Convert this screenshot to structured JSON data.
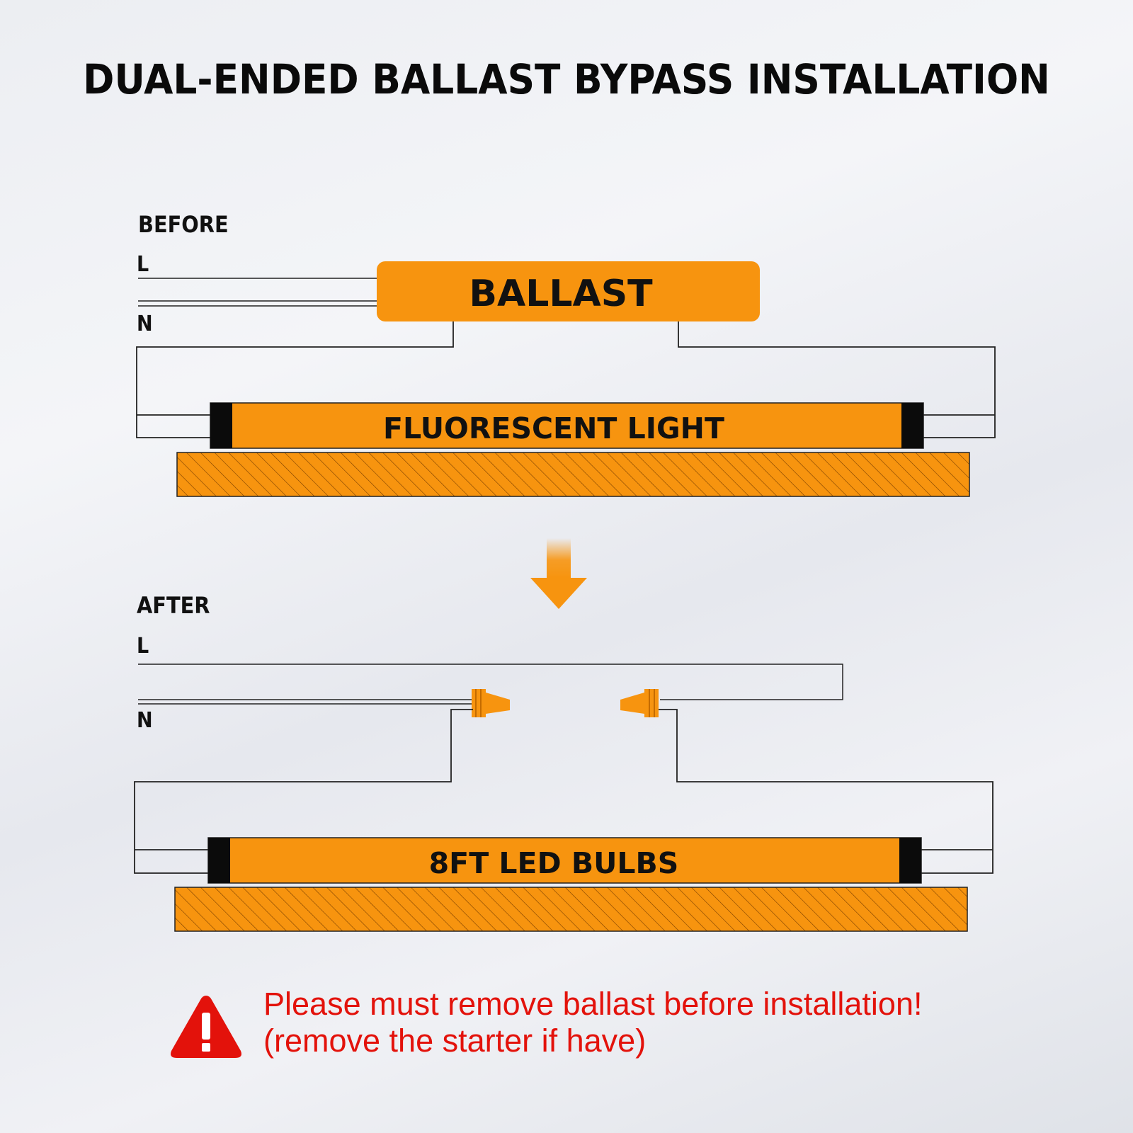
{
  "title": "DUAL-ENDED BALLAST BYPASS INSTALLATION",
  "before": {
    "section_label": "BEFORE",
    "live_label": "L",
    "neutral_label": "N",
    "ballast_label": "BALLAST",
    "tube_label": "FLUORESCENT LIGHT"
  },
  "after": {
    "section_label": "AFTER",
    "live_label": "L",
    "neutral_label": "N",
    "tube_label": "8FT LED BULBS"
  },
  "warning": {
    "line1": "Please must remove ballast before installation!",
    "line2": "(remove the starter if have)",
    "icon": "warning-triangle-icon"
  },
  "colors": {
    "accent_orange": "#f7940f",
    "warning_red": "#e3120b",
    "end_cap": "#0b0b0b"
  }
}
